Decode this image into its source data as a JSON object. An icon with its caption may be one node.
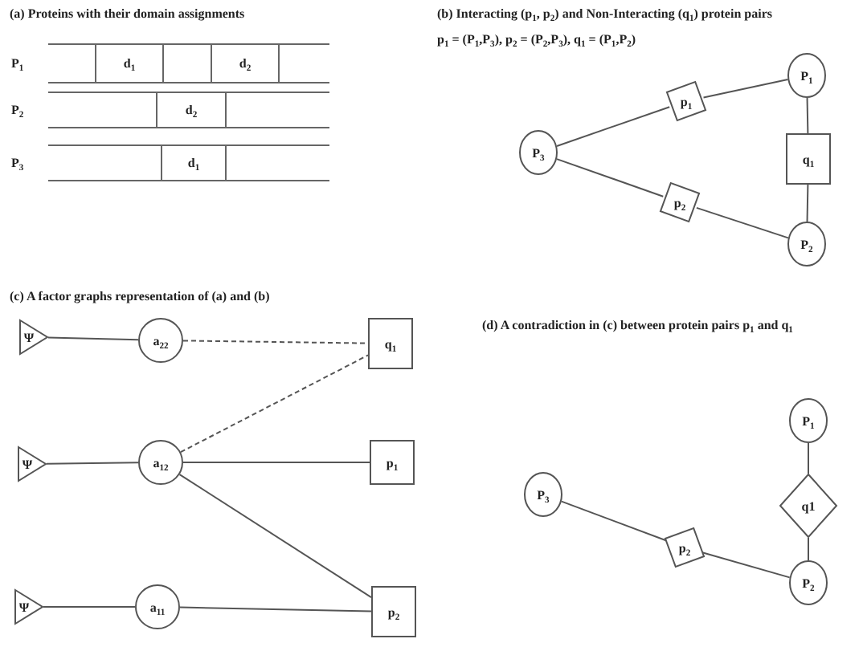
{
  "diagram": {
    "nodes": [
      {
        "text": [
          "P$_{1}$"
        ]
      },
      {
        "text": [
          "d$_{1}$"
        ],
        "in": 0
      },
      {
        "text": [
          "d$_{2}$"
        ],
        "in": 0
      },
      {
        "text": [
          "P$_{2}$"
        ]
      },
      {
        "text": [
          "d$_{2}$"
        ],
        "in": 3
      },
      {
        "text": [
          "P$_{3}$"
        ]
      },
      {
        "text": [
          "d$_{1}$"
        ],
        "in": 5
      },
      {
        "text": [
          "P$_{3}$"
        ]
      },
      {
        "text": [
          "p$_{1}$"
        ]
      },
      {
        "text": [
          "P$_{1}$"
        ]
      },
      {
        "text": [
          "q$_{1}$"
        ]
      },
      {
        "text": [
          "p$_{2}$"
        ]
      },
      {
        "text": [
          "P$_{2}$"
        ]
      },
      {
        "text": [
          "Ψ"
        ]
      },
      {
        "text": [
          "a$_{22}$"
        ]
      },
      {
        "text": [
          "q$_{1}$"
        ]
      },
      {
        "text": [
          "Ψ"
        ]
      },
      {
        "text": [
          "a$_{12}$"
        ]
      },
      {
        "text": [
          "p$_{1}$"
        ]
      },
      {
        "text": [
          "Ψ"
        ]
      },
      {
        "text": [
          "a$_{11}$"
        ]
      },
      {
        "text": [
          "p$_{2}$"
        ]
      },
      {
        "text": [
          "P$_{1}$"
        ]
      },
      {
        "text": [
          "P$_{3}$"
        ]
      },
      {
        "text": [
          "q1"
        ]
      },
      {
        "text": [
          "p$_{2}$"
        ]
      },
      {
        "text": [
          "P$_{2}$"
        ]
      }
    ],
    "edges": [
      {
        "from": 7,
        "to": 8,
        "arrow": "none"
      },
      {
        "from": 8,
        "to": 9,
        "arrow": "none"
      },
      {
        "from": 9,
        "to": 10,
        "arrow": "none"
      },
      {
        "from": 10,
        "to": 12,
        "arrow": "none"
      },
      {
        "from": 7,
        "to": 11,
        "arrow": "none"
      },
      {
        "from": 11,
        "to": 12,
        "arrow": "none"
      },
      {
        "from": 13,
        "to": 14,
        "arrow": "none"
      },
      {
        "from": 14,
        "to": 15,
        "arrow": "none",
        "style": "dashed"
      },
      {
        "from": 16,
        "to": 17,
        "arrow": "none"
      },
      {
        "from": 17,
        "to": 15,
        "arrow": "none",
        "style": "dashed"
      },
      {
        "from": 17,
        "to": 18,
        "arrow": "none"
      },
      {
        "from": 17,
        "to": 21,
        "arrow": "none"
      },
      {
        "from": 19,
        "to": 20,
        "arrow": "none"
      },
      {
        "from": 20,
        "to": 21,
        "arrow": "none"
      },
      {
        "from": 23,
        "to": 25,
        "arrow": "none"
      },
      {
        "from": 25,
        "to": 26,
        "arrow": "none"
      },
      {
        "from": 22,
        "to": 24,
        "arrow": "none"
      },
      {
        "from": 24,
        "to": 26,
        "arrow": "none"
      }
    ],
    "labels": [
      "(a) Proteins with their domain assignments",
      "(b) Interacting (p$_{1}$, p$_{2}$) and Non-Interacting (q$_{1}$) protein pairs",
      "p$_{1}$ = (P$_{1}$,P$_{3}$), p$_{2}$ = (P$_{2}$,P$_{3}$), q$_{1}$ = (P$_{1}$,P$_{2}$)",
      "(c) A factor graphs representation of (a) and (b)",
      "(d) A contradiction in (c) between protein pairs p$_{1}$ and q$_{1}$"
    ]
  }
}
